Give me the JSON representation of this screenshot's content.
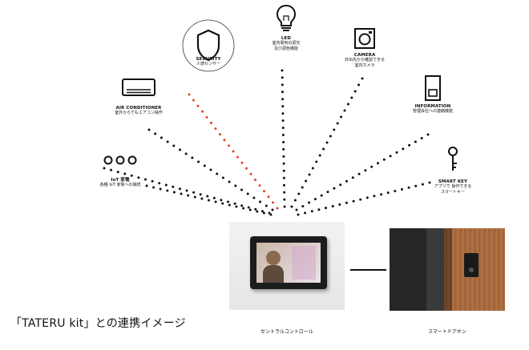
{
  "nodes": [
    {
      "title": "SECURITY",
      "desc1": "人感センサー",
      "desc2": ""
    },
    {
      "title": "LED",
      "desc1": "室内電気の調光",
      "desc2": "及び調色機能"
    },
    {
      "title": "CAMERA",
      "desc1": "外出先から確認できる",
      "desc2": "室内カメラ"
    },
    {
      "title": "AIR CONDITIONER",
      "desc1": "室外からでもエアコン操作",
      "desc2": ""
    },
    {
      "title": "INFORMATION",
      "desc1": "管理会社への連絡機能",
      "desc2": ""
    },
    {
      "title": "IoT 家電",
      "desc1": "各種 IoT 家電への接続",
      "desc2": ""
    },
    {
      "title": "SMART KEY",
      "desc1": "アプリで 操作できる",
      "desc2": "スマートキー"
    }
  ],
  "icons": [
    "shield-icon",
    "lightbulb-icon",
    "camera-icon",
    "air-conditioner-icon",
    "information-device-icon",
    "three-circles-icon",
    "key-icon"
  ],
  "captions": {
    "left": "セントラルコントロール",
    "right": "スマートドアホン"
  },
  "heading": "「TATERU kit」との連携イメージ",
  "colors": {
    "dot": "#111111",
    "highlight_dot": "#e0432b",
    "panel_bg": "#1c1c1c",
    "wood": "#a8683c"
  }
}
